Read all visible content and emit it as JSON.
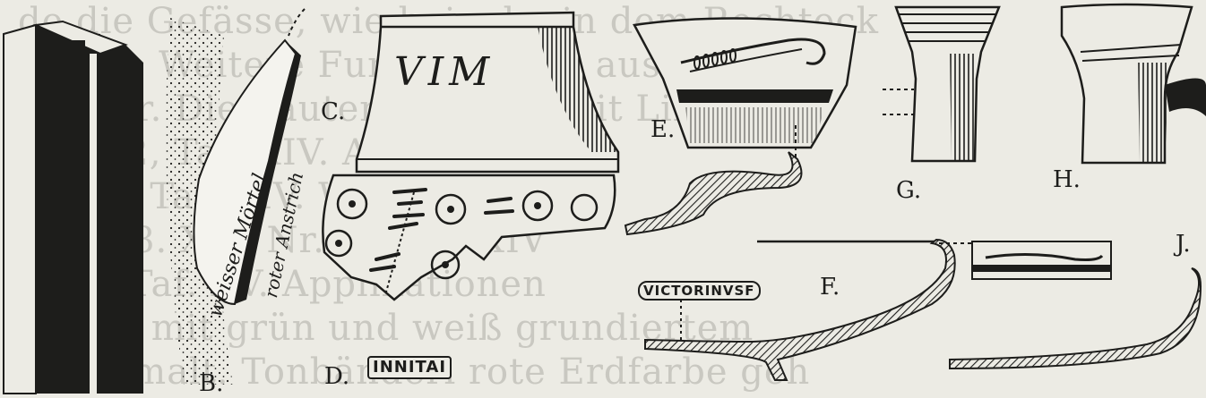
{
  "labels": {
    "b": "B.",
    "c": "C.",
    "d": "D.",
    "e": "E.",
    "f": "F.",
    "g": "G.",
    "h": "H.",
    "j": "J."
  },
  "wall_annotations": {
    "white_mortar": "weisser Mörtel",
    "red_coat": "roter Anstrich"
  },
  "graffito": "VIM",
  "stamps": {
    "victorinus": "VICTORINVSF",
    "innitai": "INNITAI"
  },
  "background_lines": [
    "de die Gefässe, wie beinahe in dem Rechteck",
    "haben. Weitere Funde, solche aus",
    "Querpr. Die Lauter aus dem mit Lingum",
    "und 12, Taf. XIV. Abbildung",
    "ng 22. Taf. XIV. Weiter auch",
    "ndes. 8. XIV. Nr. 18 Taf. XIV",
    "rode, Taf. XV. Applikationen",
    "schale mit grün und weiß grundiertem",
    "rot bemalt. Tonbänderi rote Erdfarbe geh"
  ]
}
